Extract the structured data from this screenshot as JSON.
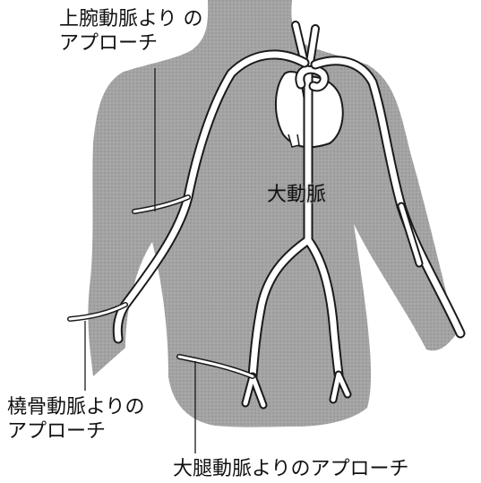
{
  "labels": {
    "brachial_line1": "上腕動脈より の",
    "brachial_line2": "アプローチ",
    "radial_line1": "橈骨動脈よりの",
    "radial_line2": "アプローチ",
    "femoral": "大腿動脈よりのアプローチ",
    "aorta": "大動脈"
  },
  "colors": {
    "body": "#9c9c9c",
    "vessel": "#ffffff",
    "outline": "#1a1a1a"
  }
}
